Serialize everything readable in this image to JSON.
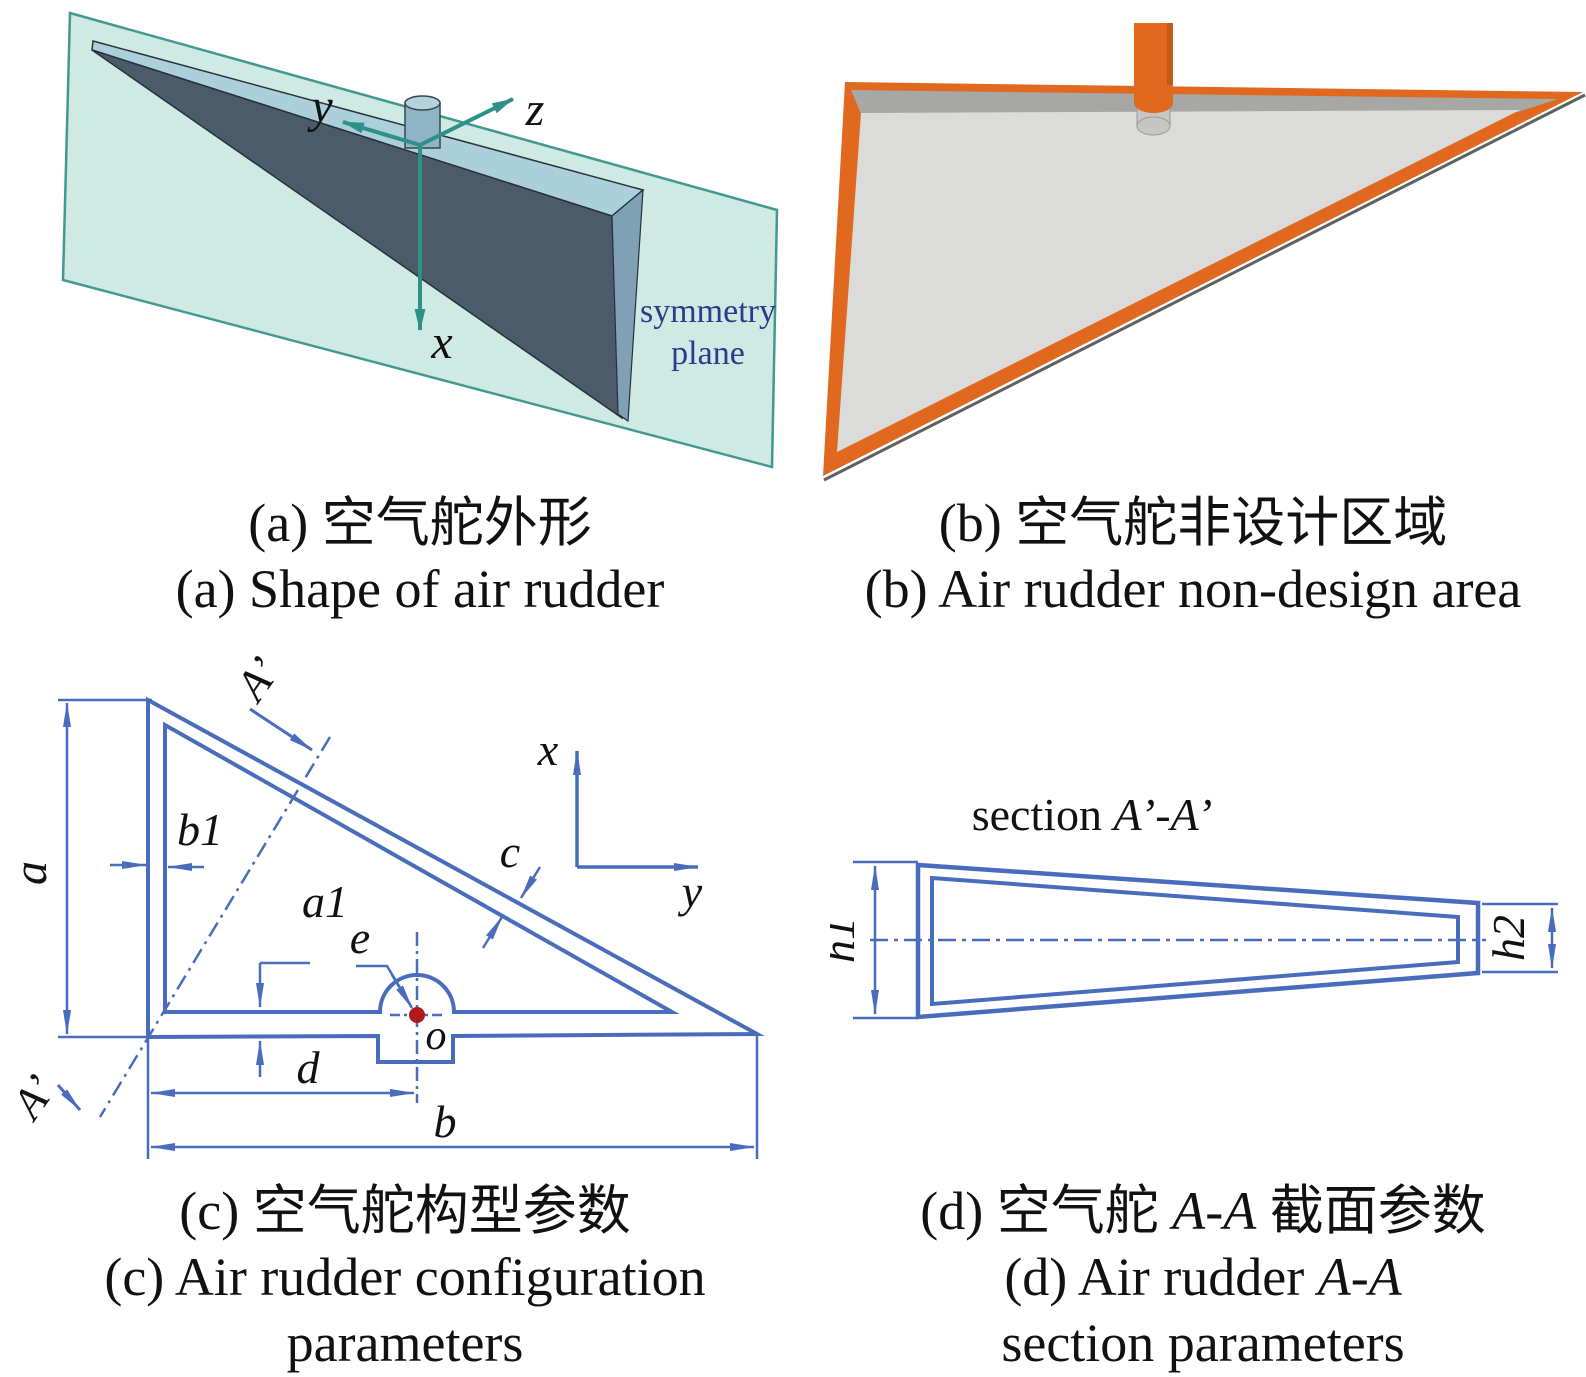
{
  "panel_a": {
    "axis_x": "x",
    "axis_y": "y",
    "axis_z": "z",
    "plane_label_line1": "symmetry",
    "plane_label_line2": "plane",
    "caption_zh": "(a) 空气舵外形",
    "caption_en": "(a) Shape of air rudder"
  },
  "panel_b": {
    "caption_zh": "(b) 空气舵非设计区域",
    "caption_en": "(b) Air rudder non-design area"
  },
  "panel_c": {
    "dim_a": "a",
    "dim_b1": "b1",
    "dim_a1": "a1",
    "dim_e": "e",
    "dim_c": "c",
    "dim_d": "d",
    "dim_b": "b",
    "origin_label": "o",
    "axis_x": "x",
    "axis_y": "y",
    "section_label_top": "A’",
    "section_label_bottom": "A’",
    "caption_zh": "(c) 空气舵构型参数",
    "caption_en_line1": "(c) Air rudder configuration",
    "caption_en_line2": "parameters"
  },
  "panel_d": {
    "title_word": "section",
    "title_section": "A’-A’",
    "dim_h1": "h1",
    "dim_h2": "h2",
    "caption_zh_prefix": "(d) 空气舵 ",
    "caption_zh_italic": "A-A",
    "caption_zh_suffix": " 截面参数",
    "caption_en_line1_prefix": "(d) Air rudder ",
    "caption_en_line1_italic": "A-A",
    "caption_en_line2": "section parameters"
  },
  "colors": {
    "drawing_blue": "#4a6cbd",
    "pivot_red": "#b21a1a",
    "label_navy": "#2b3a8c",
    "plane_teal_fill": "#cfe9e3",
    "plane_teal_edge": "#43988f",
    "axes_teal": "#2f9089",
    "rudder_dark": "#4b5b69",
    "rudder_top_light": "#abcfdb",
    "rudder_side": "#7fa0b5",
    "non_design_orange": "#e0681f",
    "design_gray_light": "#dbdbd9",
    "design_gray_band": "#a7a7a5"
  }
}
